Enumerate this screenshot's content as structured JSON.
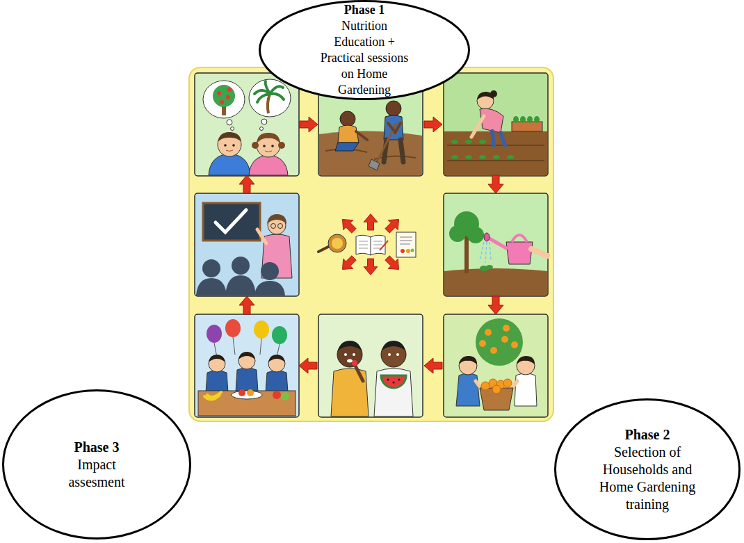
{
  "diagram": {
    "nodes": [
      {
        "text": [
          "Phase 1",
          "Nutrition Education + Practical sessions on Home Gardening"
        ]
      },
      {
        "text": [
          "Phase 2",
          "Selection of Households and Home Gardening training"
        ]
      },
      {
        "text": [
          "Phase 3",
          "Impact assesment"
        ]
      }
    ]
  }
}
